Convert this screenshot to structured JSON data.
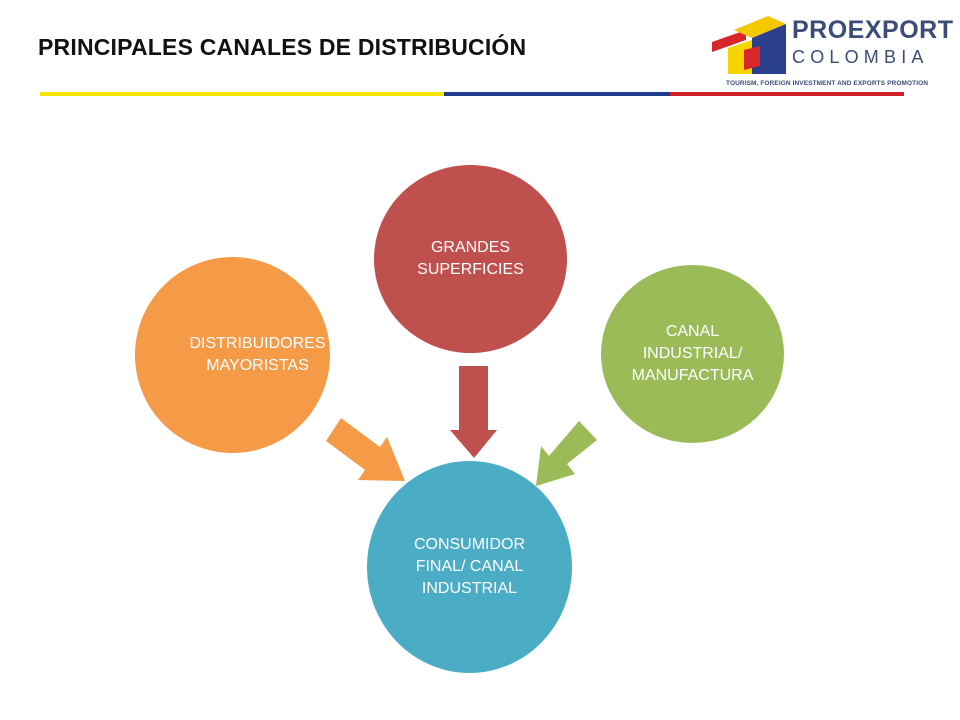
{
  "header": {
    "title": "PRINCIPALES CANALES DE DISTRIBUCIÓN"
  },
  "logo": {
    "name": "PROEXPORT",
    "country": "COLOMBIA",
    "tagline": "TOURISM, FOREIGN INVESTMENT AND EXPORTS PROMOTION"
  },
  "diagram": {
    "nodes": {
      "distribuidores": {
        "label": "DISTRIBUIDORES\nMAYORISTAS",
        "color": "#f59a47"
      },
      "grandes": {
        "label": "GRANDES\nSUPERFICIES",
        "color": "#c0504d"
      },
      "canal": {
        "label": "CANAL\nINDUSTRIAL/\nMANUFACTURA",
        "color": "#9bbb59"
      },
      "consumidor": {
        "label": "CONSUMIDOR\nFINAL/ CANAL\nINDUSTRIAL",
        "color": "#4bacc6"
      }
    }
  },
  "colors": {
    "rule_yellow": "#f4e400",
    "rule_blue": "#1f3b8c",
    "rule_red": "#d0202a",
    "logo_text": "#3c4c78"
  }
}
